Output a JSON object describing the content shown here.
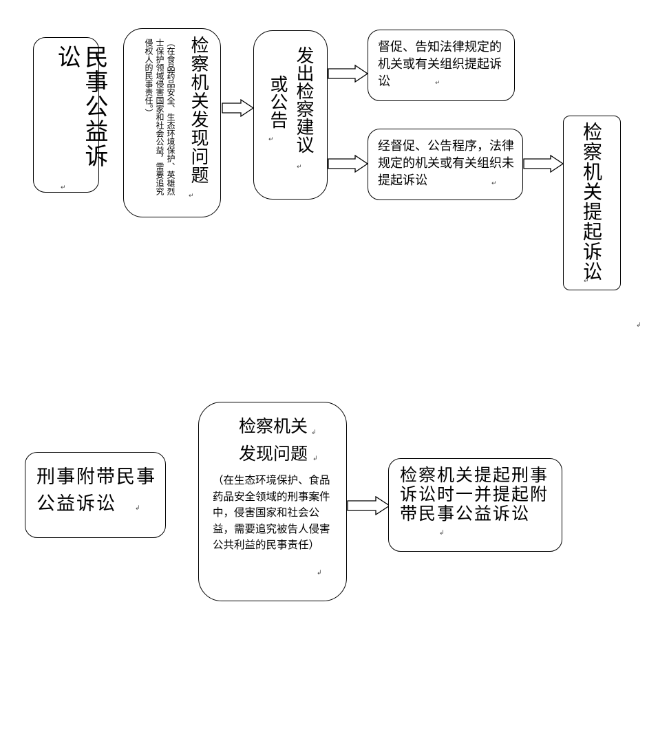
{
  "top": {
    "label_box": "民事公益诉讼",
    "discover_title": "检察机关发现问题",
    "discover_note": "（在食品药品安全、生态环境保护、英雄烈士保护领域侵害国家和社会公益，需要追究侵权人的民事责任。）",
    "issue_col1": "发出检察建议",
    "issue_col2": "或公告",
    "urge_text": "督促、告知法律规定的机关或有关组织提起诉讼",
    "after_urge_text": "经督促、公告程序，法律规定的机关或有关组织未提起诉讼",
    "final_box": "检察机关提起诉讼"
  },
  "bottom": {
    "label_box": "刑事附带民事公益诉讼",
    "discover_title_line1": "检察机关",
    "discover_title_line2": "发现问题",
    "discover_note": "（在生态环境保护、食品药品安全领域的刑事案件中，侵害国家和社会公益，需要追究被告人侵害公共利益的民事责任）",
    "final_box": "检察机关提起刑事诉讼时一并提起附带民事公益诉讼"
  },
  "marks": {
    "paragraph": "↵",
    "return": "↲"
  }
}
